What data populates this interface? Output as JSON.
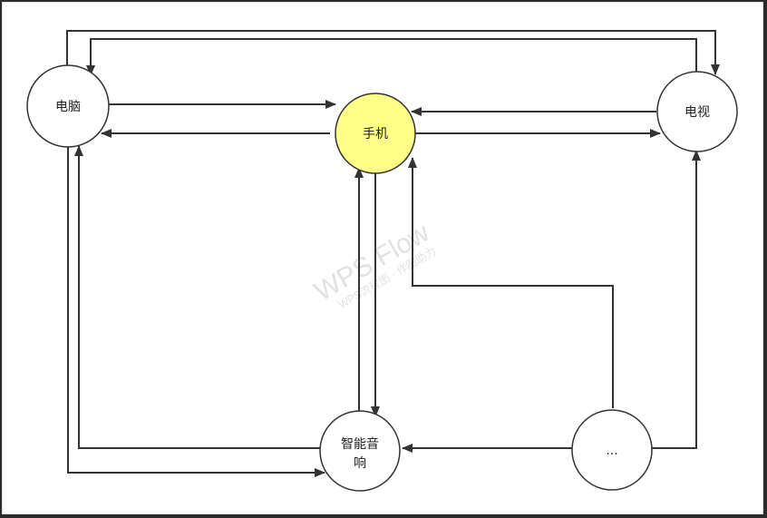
{
  "diagram": {
    "nodes": {
      "computer": {
        "label": "电脑",
        "fill": "#ffffff"
      },
      "phone": {
        "label": "手机",
        "fill": "#ffff88"
      },
      "tv": {
        "label": "电视",
        "fill": "#ffffff"
      },
      "speaker": {
        "label_line1": "智能音",
        "label_line2": "响",
        "fill": "#ffffff"
      },
      "more": {
        "label": "...",
        "fill": "#ffffff"
      }
    },
    "edges": [
      {
        "from": "computer",
        "to": "phone"
      },
      {
        "from": "phone",
        "to": "computer"
      },
      {
        "from": "phone",
        "to": "tv"
      },
      {
        "from": "tv",
        "to": "phone"
      },
      {
        "from": "computer",
        "to": "tv"
      },
      {
        "from": "tv",
        "to": "computer"
      },
      {
        "from": "computer",
        "to": "speaker"
      },
      {
        "from": "speaker",
        "to": "computer"
      },
      {
        "from": "phone",
        "to": "speaker"
      },
      {
        "from": "speaker",
        "to": "phone"
      },
      {
        "from": "more",
        "to": "speaker"
      },
      {
        "from": "more",
        "to": "tv"
      },
      {
        "from": "more",
        "to": "phone"
      }
    ],
    "stroke_color": "#333333",
    "watermark": {
      "main": "WPS Flow",
      "sub": "WPS流程图 · 作图助力"
    }
  }
}
